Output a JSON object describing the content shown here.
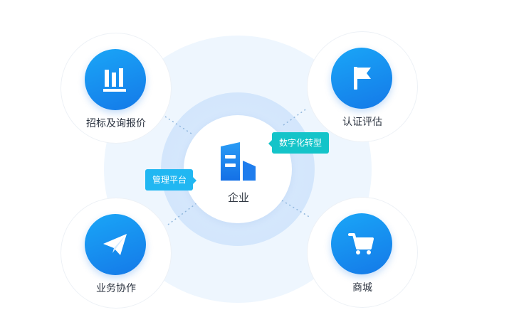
{
  "center": {
    "label": "企业",
    "icon": "building-icon"
  },
  "nodes": [
    {
      "id": "tl",
      "label": "招标及询报价",
      "icon": "bar-chart-icon"
    },
    {
      "id": "tr",
      "label": "认证评估",
      "icon": "flag-icon"
    },
    {
      "id": "bl",
      "label": "业务协作",
      "icon": "paper-plane-icon"
    },
    {
      "id": "br",
      "label": "商城",
      "icon": "shopping-cart-icon"
    }
  ],
  "tags": {
    "digital": "数字化转型",
    "manage": "管理平台"
  },
  "colors": {
    "node_gradient_start": "#1aa6f7",
    "node_gradient_end": "#1479e8",
    "tag_digital": "#14c4c9",
    "tag_manage": "#21b7f2",
    "background_circle": "#eef6fe",
    "ring": "#d3e6fc",
    "connector": "#8fb6dc"
  }
}
